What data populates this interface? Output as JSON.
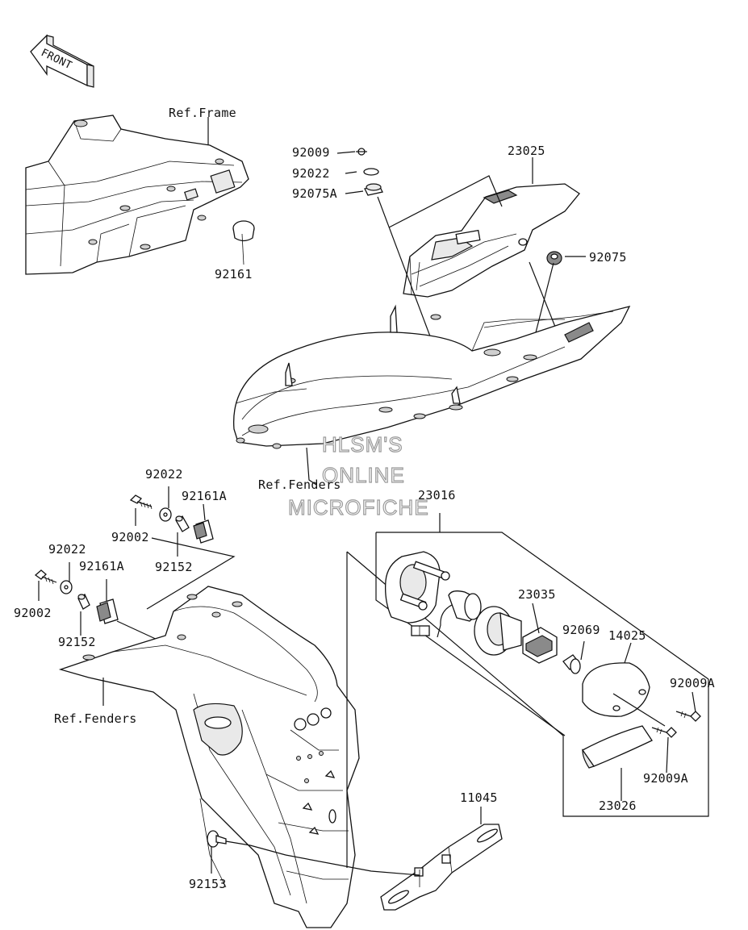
{
  "front_arrow": {
    "text": "FRONT"
  },
  "ref_labels": {
    "frame": "Ref.Frame",
    "fenders_upper": "Ref.Fenders",
    "fenders_lower": "Ref.Fenders"
  },
  "watermark": {
    "line1": "HLSM'S",
    "line2": "ONLINE",
    "line3": "MICROFICHE"
  },
  "parts": {
    "p92161": "92161",
    "p92009": "92009",
    "p92022a": "92022",
    "p92075A": "92075A",
    "p23025": "23025",
    "p92075": "92075",
    "p92022b": "92022",
    "p92161Aa": "92161A",
    "p92002a": "92002",
    "p92152a": "92152",
    "p92022c": "92022",
    "p92161Ab": "92161A",
    "p92002b": "92002",
    "p92152b": "92152",
    "p23016": "23016",
    "p23035": "23035",
    "p92069": "92069",
    "p14025": "14025",
    "p92009Aa": "92009A",
    "p92009Ab": "92009A",
    "p23026": "23026",
    "p11045": "11045",
    "p92153": "92153"
  }
}
